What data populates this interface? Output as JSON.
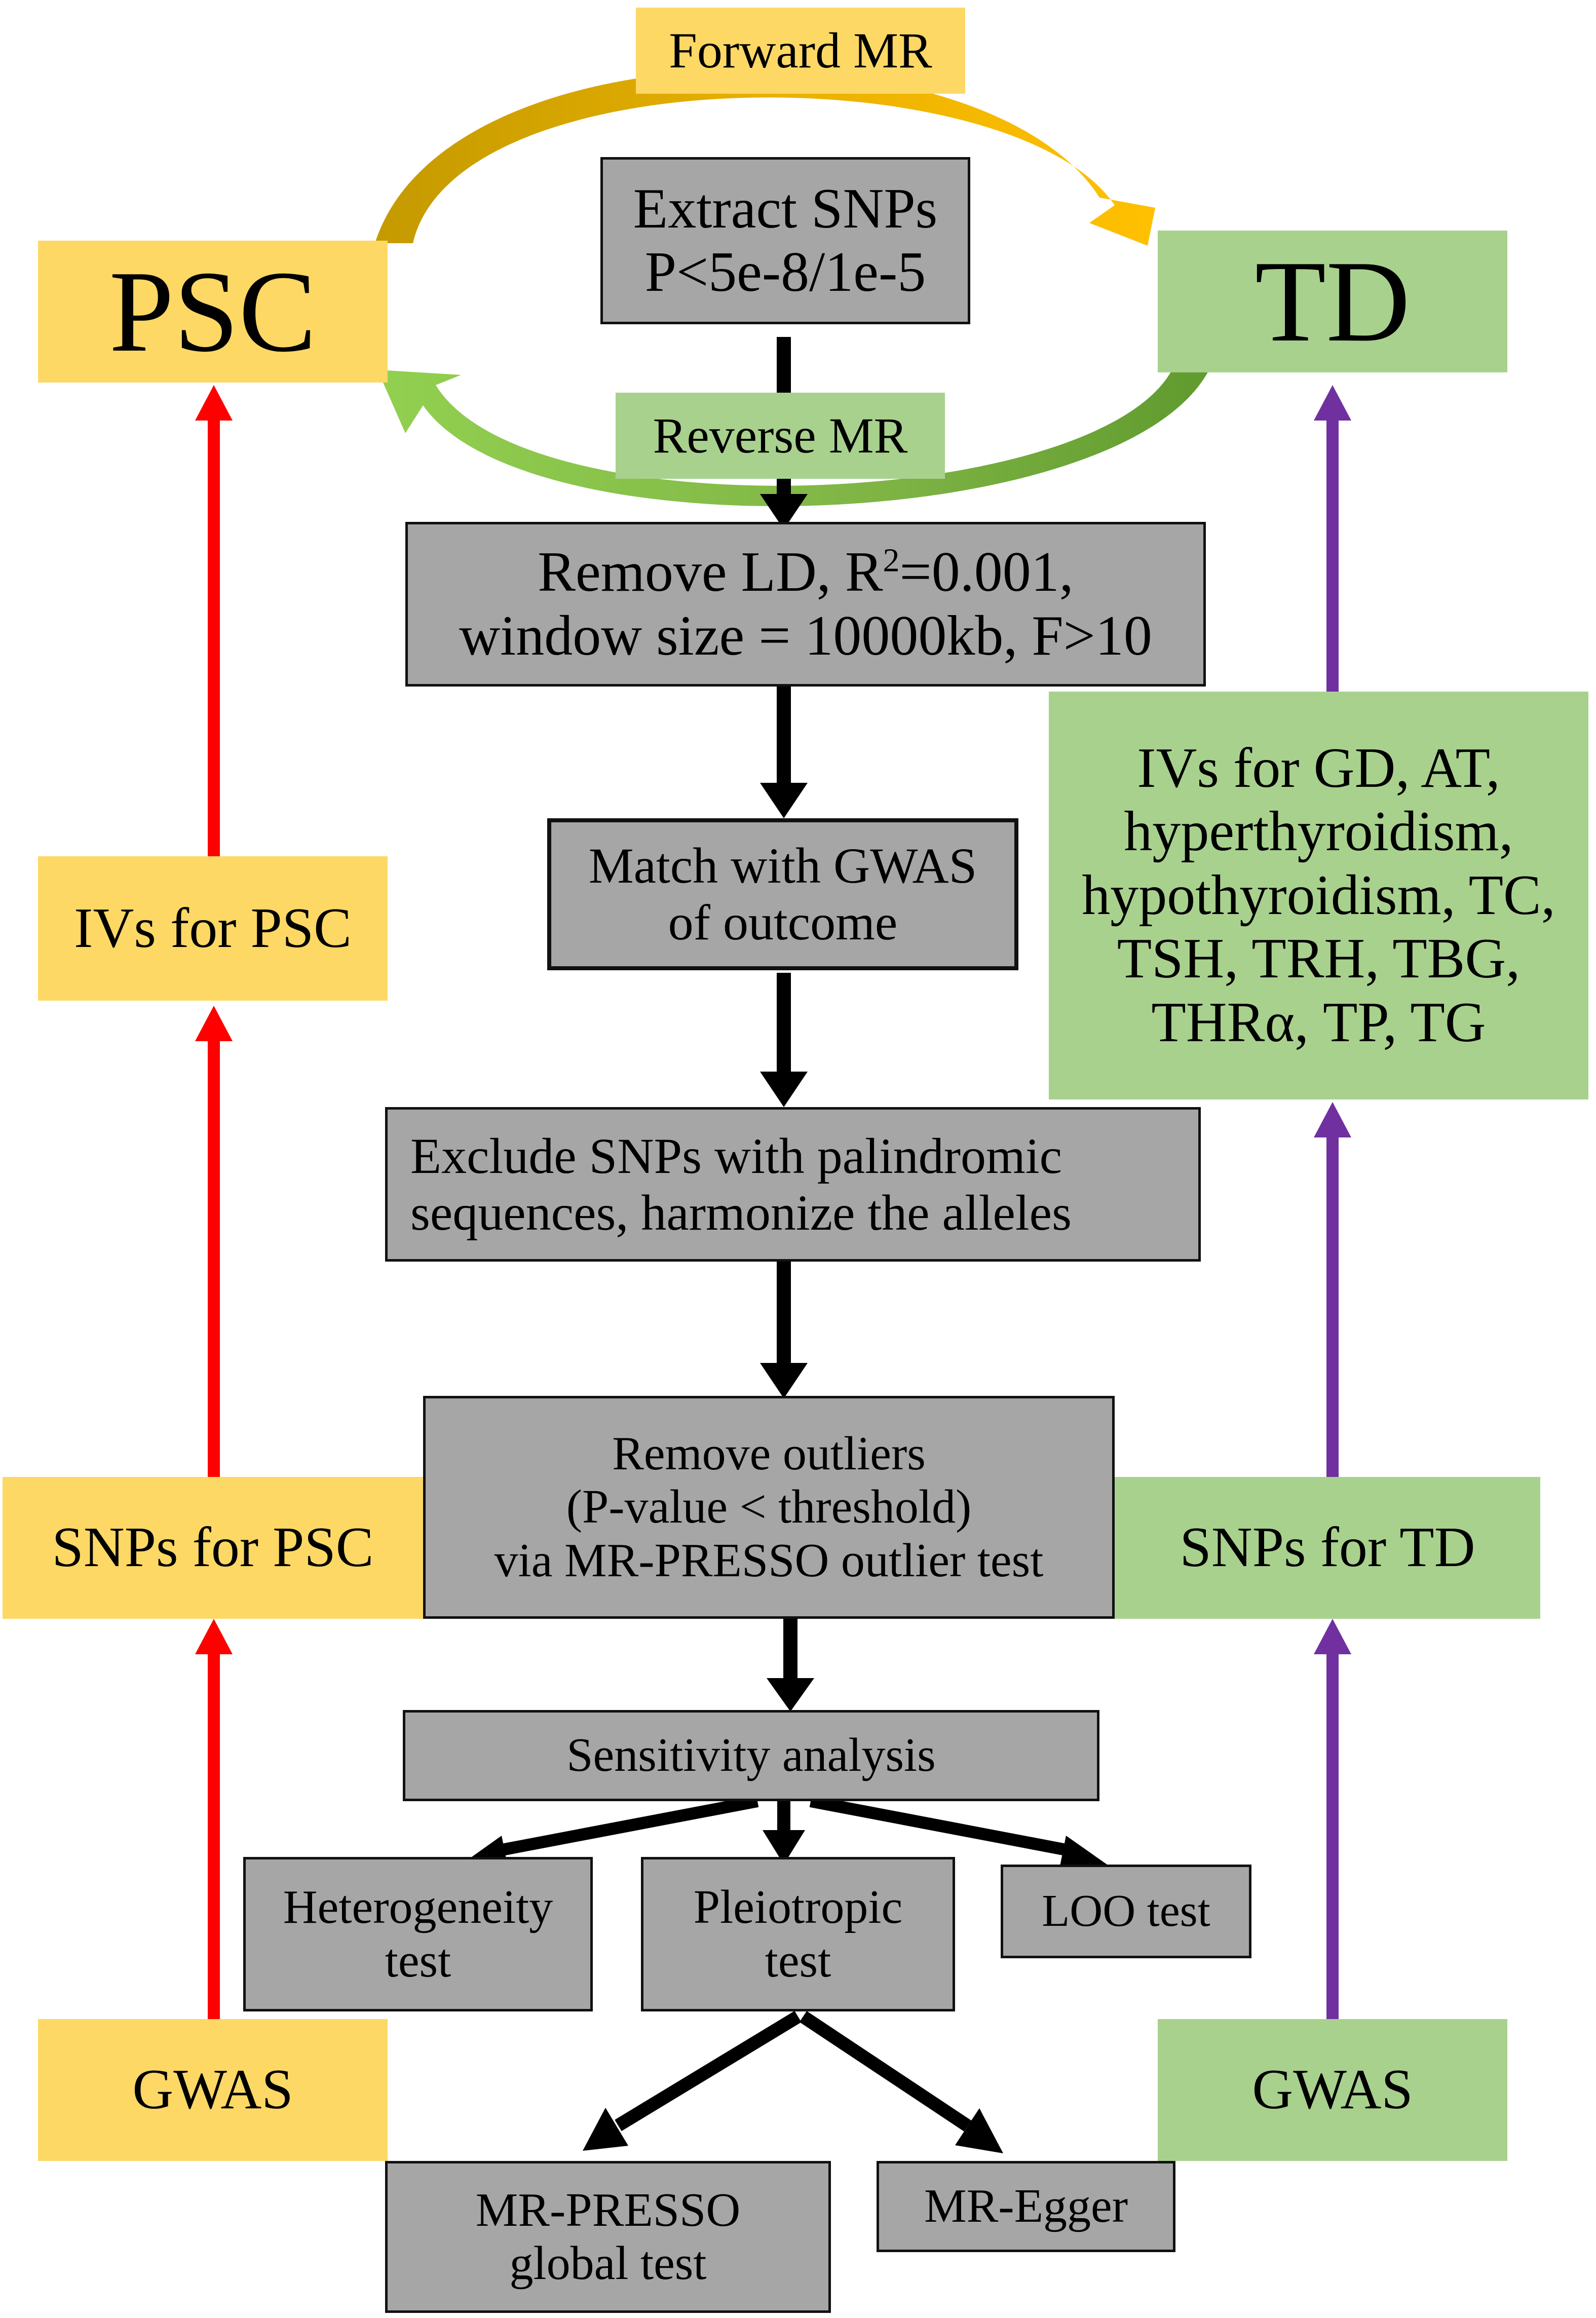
{
  "diagram": {
    "forward_mr": "Forward MR",
    "reverse_mr": "Reverse MR",
    "psc": "PSC",
    "td": "TD",
    "extract": [
      "Extract SNPs",
      "P<5e-8/1e-5"
    ],
    "remove_ld": {
      "prefix": "Remove LD, R",
      "superscript": "2",
      "suffix": "=0.001,",
      "line2": "window size = 10000kb, F>10"
    },
    "match": [
      "Match with GWAS",
      "of outcome"
    ],
    "exclude": [
      "Exclude SNPs with palindromic",
      "sequences, harmonize the alleles"
    ],
    "outliers": [
      "Remove outliers",
      "(P-value < threshold)",
      "via MR-PRESSO outlier test"
    ],
    "sensitivity": "Sensitivity analysis",
    "heterogeneity": [
      "Heterogeneity",
      "test"
    ],
    "pleiotropic": [
      "Pleiotropic",
      "test"
    ],
    "loo": "LOO test",
    "mr_presso_global": [
      "MR-PRESSO",
      "global test"
    ],
    "mr_egger": "MR-Egger",
    "ivs_psc": "IVs for PSC",
    "snps_psc": "SNPs for PSC",
    "gwas_psc": "GWAS",
    "ivs_td": [
      "IVs for GD, AT,",
      "hyperthyroidism,",
      "hypothyroidism, TC,",
      "TSH, TRH, TBG,",
      "THRα, TP, TG"
    ],
    "snps_td": "SNPs for TD",
    "gwas_td": "GWAS"
  },
  "colors": {
    "yellow": "#fdd865",
    "green": "#a9d18e",
    "grey": "#a6a6a6",
    "red_arrow": "#ff0000",
    "purple_arrow": "#7030a0",
    "gold_arc": "#ffc000",
    "light_green_arc": "#92d050",
    "black": "#000000"
  }
}
